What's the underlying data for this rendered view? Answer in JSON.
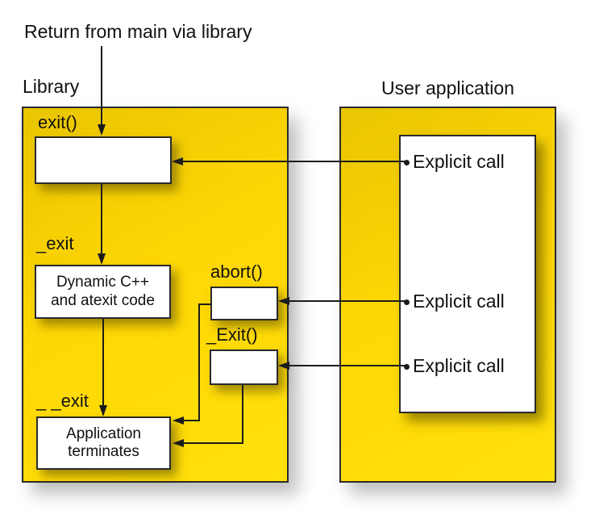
{
  "page": {
    "title": "Return from main via library"
  },
  "library": {
    "label": "Library",
    "exit_label": "exit()",
    "under_exit_label": "_exit",
    "dynamic_box": {
      "line1": "Dynamic C++",
      "line2": "and atexit code"
    },
    "double_under_exit_label": "_ _exit",
    "terminate_box": {
      "line1": "Application",
      "line2": "terminates"
    },
    "abort_label": "abort()",
    "exit_upper_label": "_Exit()"
  },
  "user_application": {
    "label": "User application",
    "calls": [
      {
        "label": "Explicit call"
      },
      {
        "label": "Explicit call"
      },
      {
        "label": "Explicit call"
      }
    ]
  },
  "colors": {
    "panel_yellow": "#ffd704",
    "panel_yellow_dark": "#e9c503",
    "border_dark": "#2b2b2b",
    "line_black": "#1c1c1c",
    "text_black": "#111111",
    "box_white": "#ffffff"
  }
}
